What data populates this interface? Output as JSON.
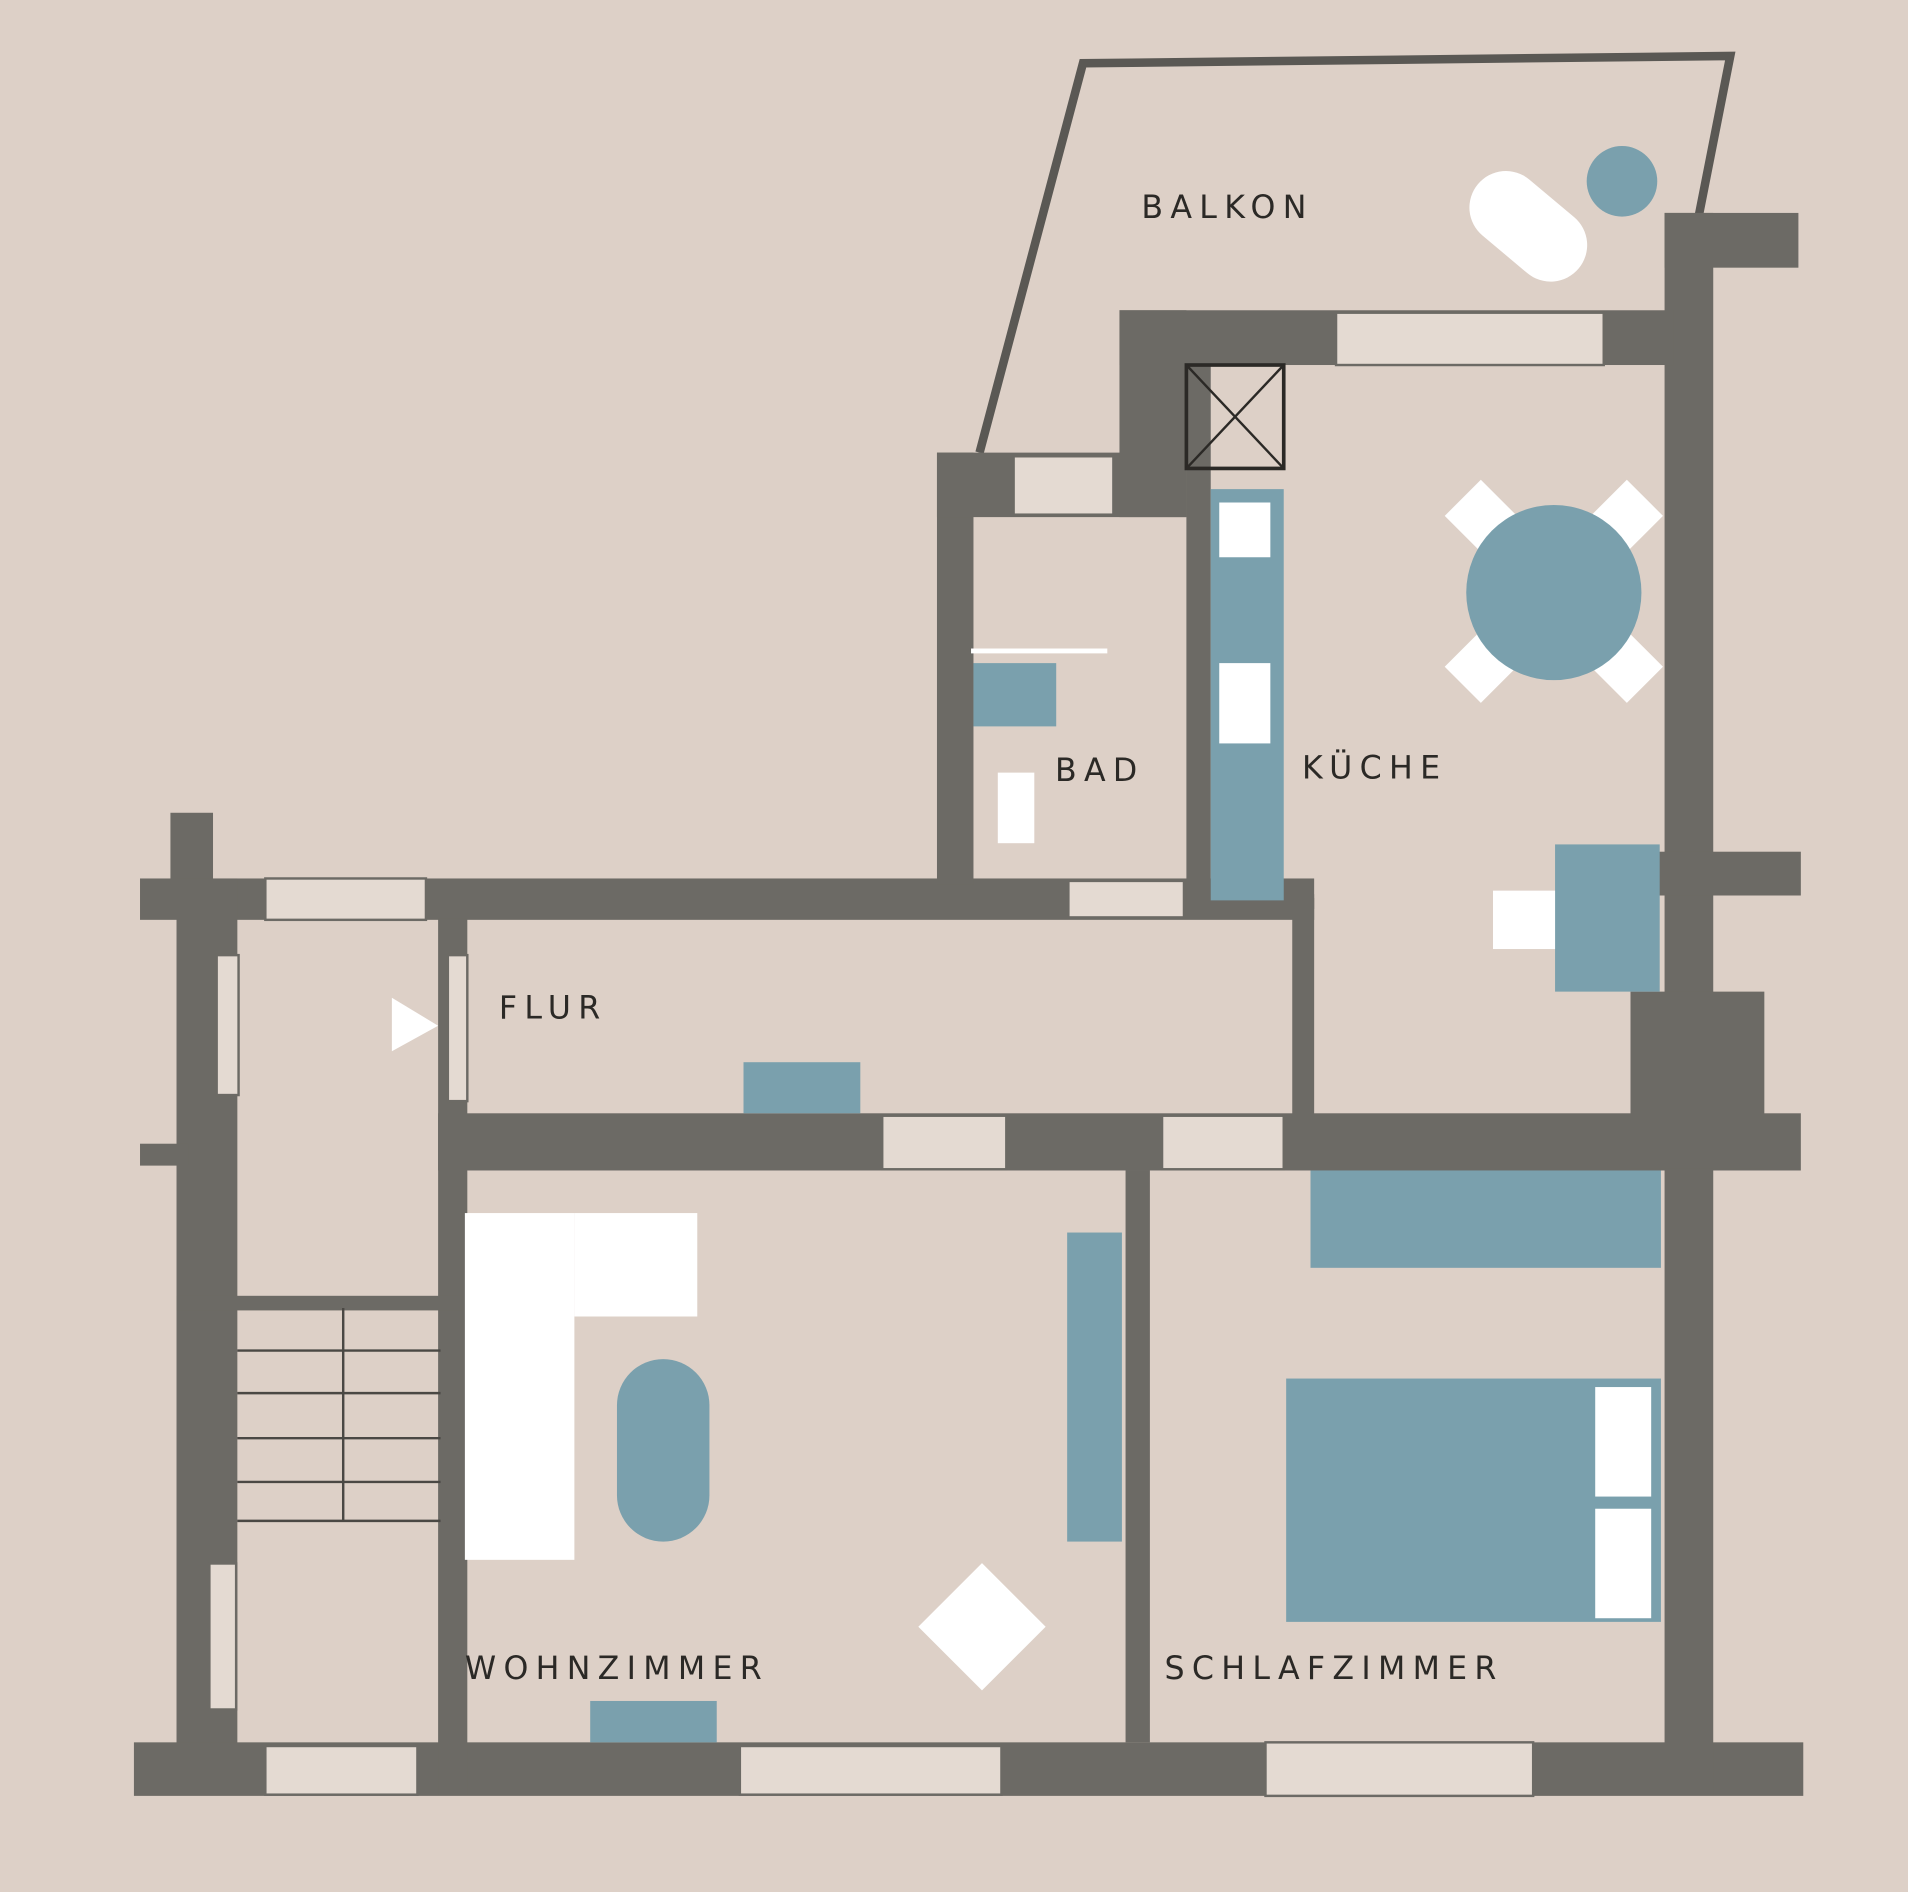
{
  "rooms": {
    "balkon": "BALKON",
    "bad": "BAD",
    "kueche": "KÜCHE",
    "flur": "FLUR",
    "wohnzimmer": "WOHNZIMMER",
    "schlafzimmer": "SCHLAFZIMMER"
  },
  "colors": {
    "background": "#ddd0c7",
    "walls": "#6c6a65",
    "furniture_blue": "#7aa0ad",
    "furniture_white": "#ffffff"
  }
}
